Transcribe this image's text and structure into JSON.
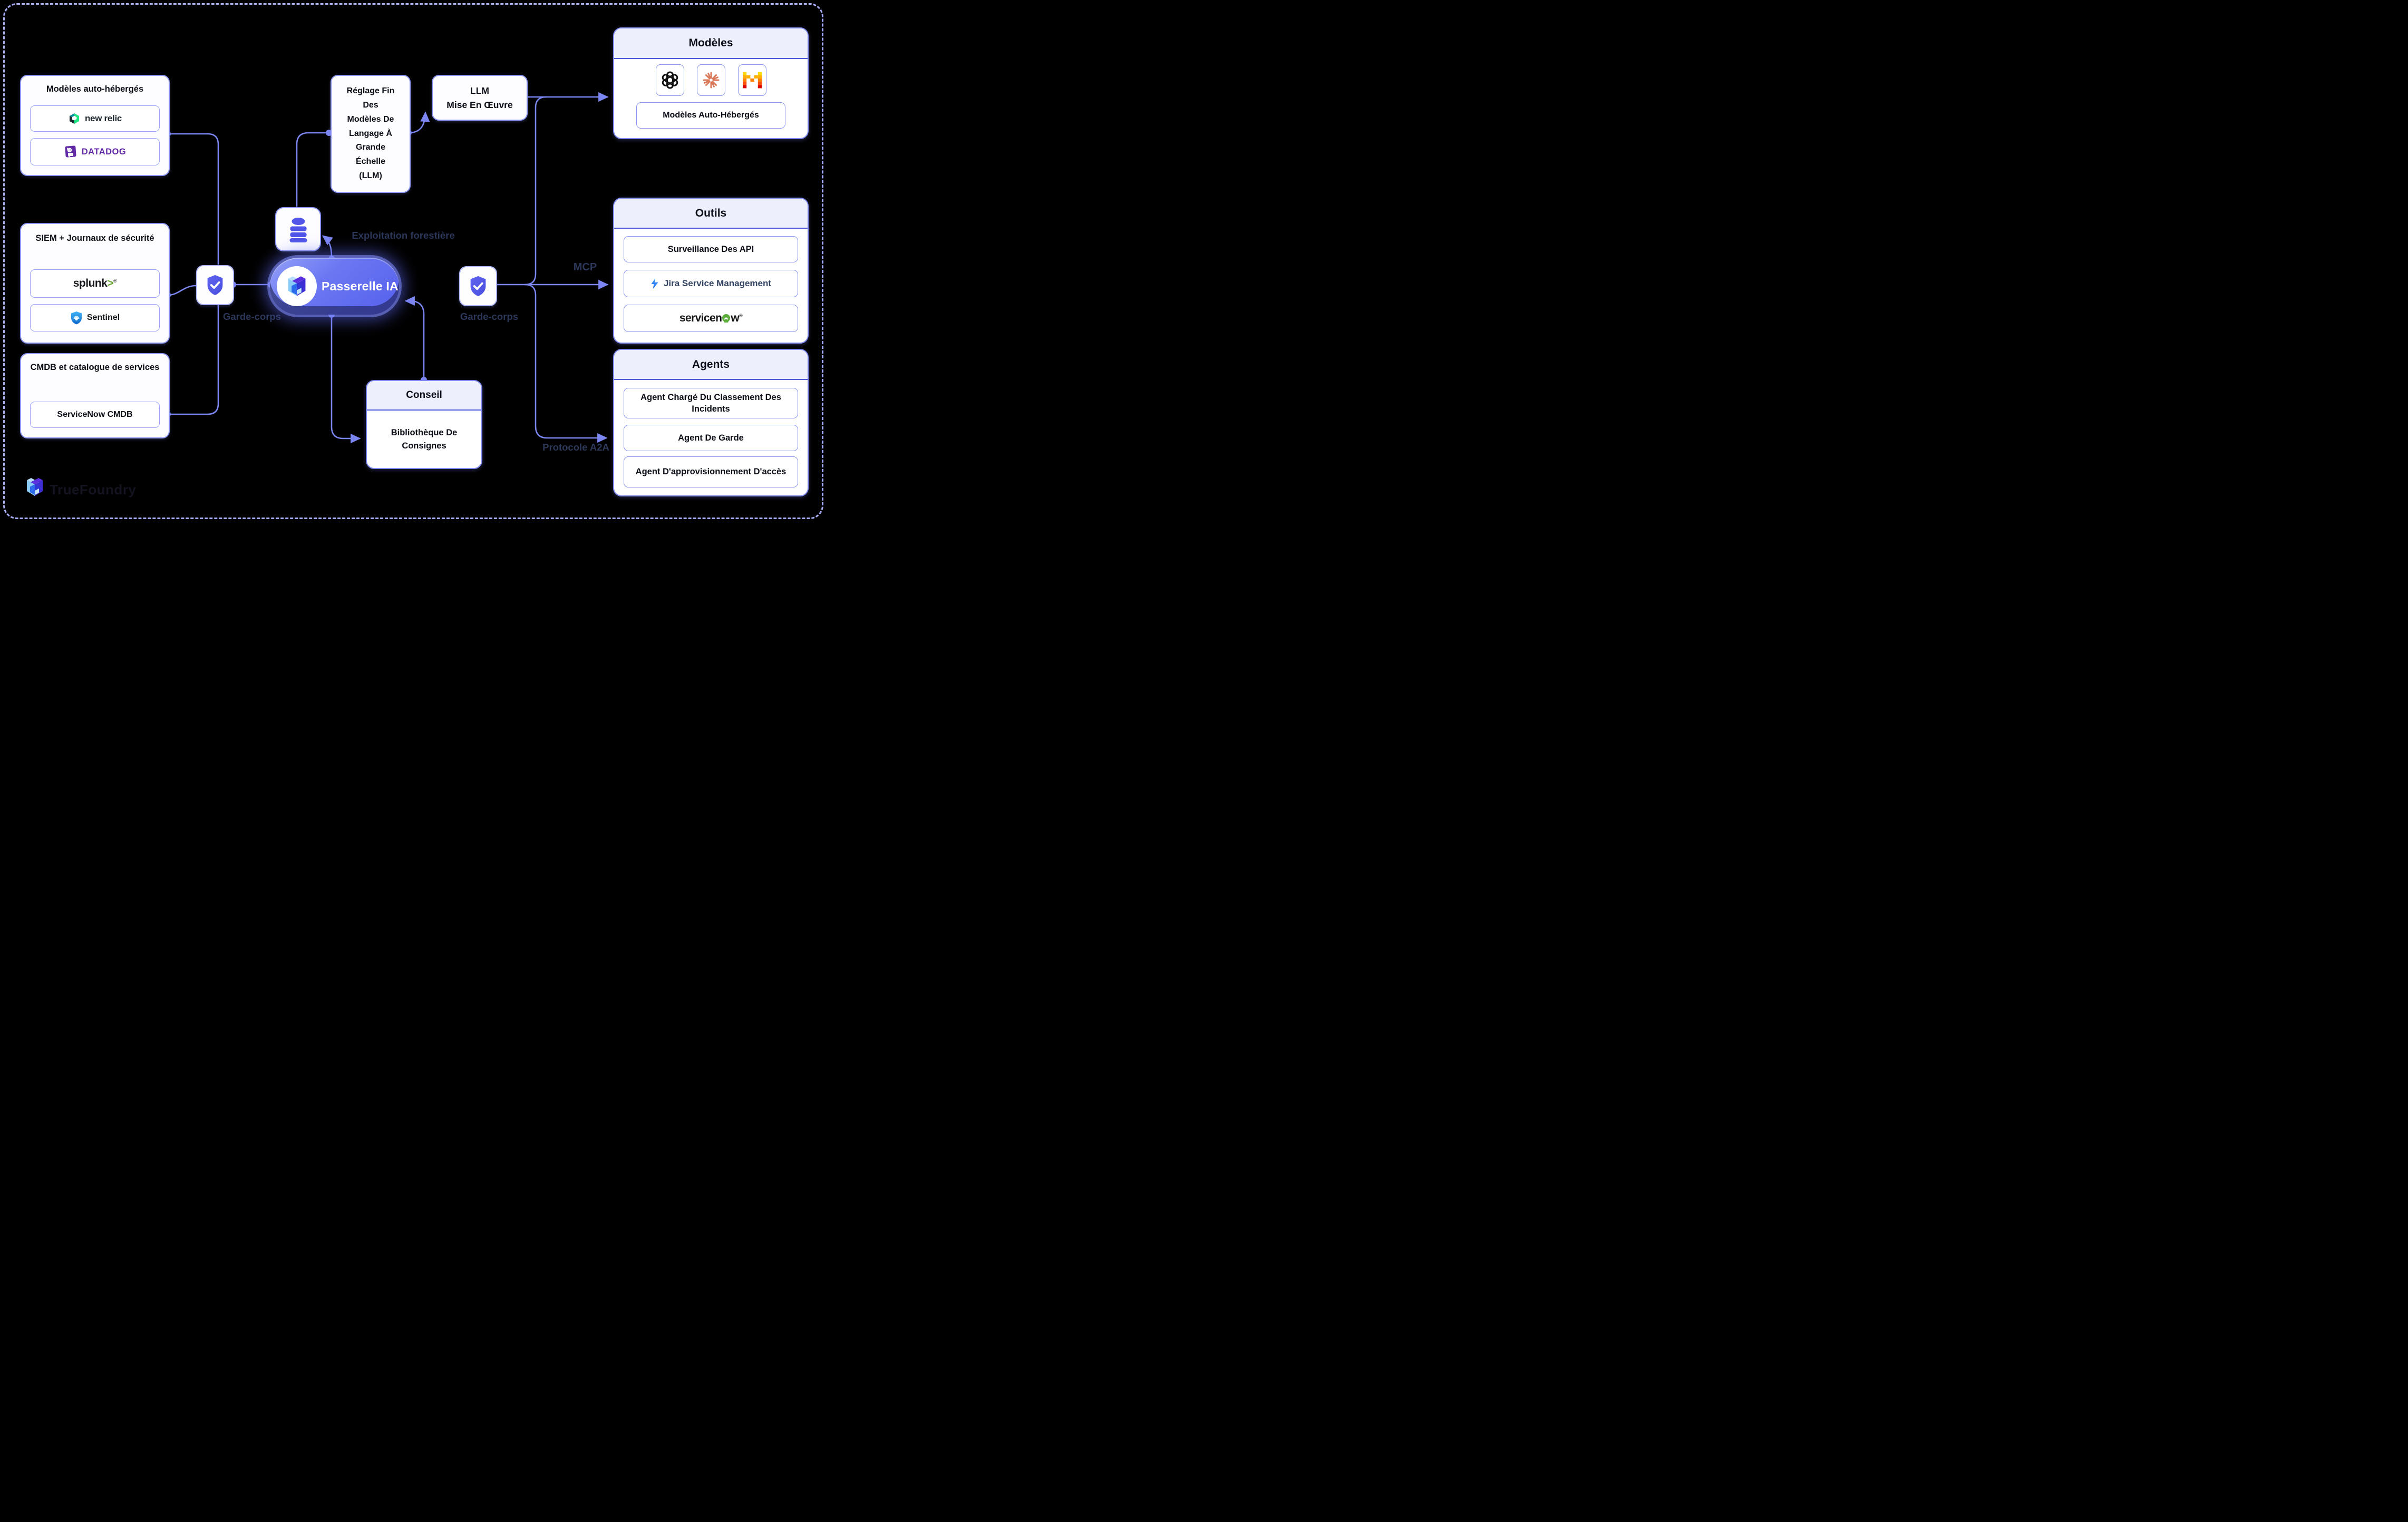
{
  "canvas": {
    "background": "#000000",
    "frame_border": "#A7ADF8"
  },
  "brand": {
    "wordmark": "TrueFoundry"
  },
  "gateway": {
    "label": "Passerelle IA"
  },
  "labels": {
    "guardrail_left": "Garde-corps",
    "guardrail_right": "Garde-corps",
    "logging": "Exploitation forestière",
    "mcp": "MCP",
    "a2a": "Protocole A2A"
  },
  "nodes": {
    "self_hosted": {
      "title": "Modèles auto-hébergés",
      "items": [
        {
          "name": "new-relic",
          "label": "new relic"
        },
        {
          "name": "datadog",
          "label": "DATADOG"
        }
      ]
    },
    "siem": {
      "title": "SIEM + Journaux de sécurité",
      "items": [
        {
          "name": "splunk",
          "label": "splunk",
          "suffix": ">",
          "trademark": "®"
        },
        {
          "name": "sentinel",
          "label": "Sentinel"
        }
      ]
    },
    "cmdb": {
      "title": "CMDB et catalogue de services",
      "items": [
        {
          "name": "servicenow-cmdb",
          "label": "ServiceNow CMDB"
        }
      ]
    },
    "finetune": {
      "label": "Réglage Fin\nDes\nModèles De\nLangage À\nGrande\nÉchelle\n(LLM)"
    },
    "llm_serving": {
      "label": "LLM\nMise En Œuvre"
    },
    "database": {
      "name": "database-icon"
    },
    "conseil": {
      "title": "Conseil",
      "body": "Bibliothèque De\nConsignes"
    }
  },
  "panels": {
    "models": {
      "title": "Modèles",
      "providers": [
        "openai",
        "anthropic",
        "mistral"
      ],
      "item": "Modèles Auto-Hébergés"
    },
    "tools": {
      "title": "Outils",
      "rows": [
        {
          "name": "api-monitoring",
          "label": "Surveillance Des API"
        },
        {
          "name": "jira",
          "label": "Jira Service Management"
        },
        {
          "name": "servicenow",
          "label_main": "servicen",
          "label_o": "o",
          "label_end": "w",
          "trademark": "®"
        }
      ]
    },
    "agents": {
      "title": "Agents",
      "rows": [
        {
          "label": "Agent Chargé Du Classement Des Incidents"
        },
        {
          "label": "Agent De Garde"
        },
        {
          "label": "Agent D'approvisionnement D'accès"
        }
      ]
    }
  },
  "colors": {
    "connector": "#7C86F2",
    "panel_border": "#7E88EF",
    "header_bg": "#EDEFFC",
    "dark_label": "#2C3759",
    "pill_gradient_from": "#93A0F8",
    "pill_gradient_to": "#5560EC",
    "shield_purple": "#5156E8",
    "datadog_purple": "#632CA6",
    "new_relic_green": "#1CE783",
    "splunk_green": "#69A332",
    "jira_blue": "#2684FF",
    "anthropic_orange": "#D97757",
    "servicenow_green": "#5FAF3F",
    "mistral_colors": [
      "#FFD702",
      "#FFAF02",
      "#FF8205",
      "#FA500F",
      "#E10500"
    ]
  }
}
